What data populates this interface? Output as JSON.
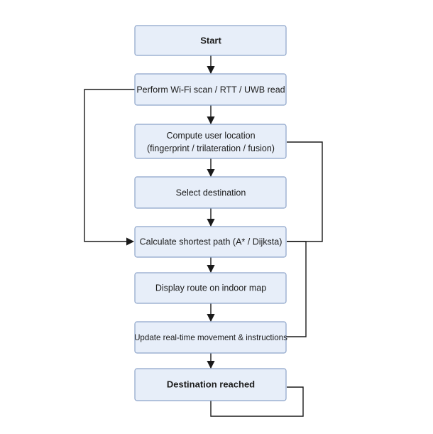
{
  "diagram": {
    "nodes": {
      "start": {
        "lines": [
          "Start"
        ]
      },
      "scan": {
        "lines": [
          "Perform Wi-Fi scan / RTT / UWB read"
        ]
      },
      "compute": {
        "lines": [
          "Compute user location",
          "(fingerprint / trilateration / fusion)"
        ]
      },
      "select": {
        "lines": [
          "Select destination"
        ]
      },
      "calc": {
        "lines": [
          "Calculate shortest path (A* / Dijksta)"
        ]
      },
      "display": {
        "lines": [
          "Display route on indoor map"
        ]
      },
      "update": {
        "lines": [
          "Update real-time movement & instructions"
        ]
      },
      "reached": {
        "lines": [
          "Destination reached"
        ]
      }
    }
  },
  "colors": {
    "node_fill": "#e7eef9",
    "node_stroke": "#8da4c9",
    "edge": "#1a1a1a"
  }
}
